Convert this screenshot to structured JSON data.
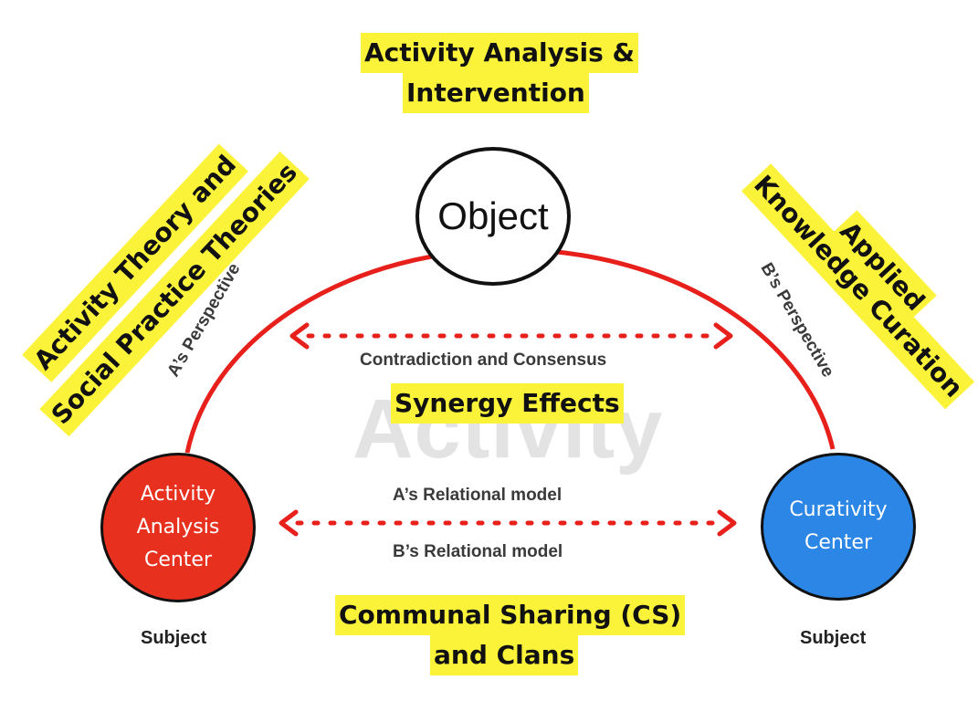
{
  "headings": {
    "top": [
      "Activity Analysis &",
      "Intervention"
    ],
    "left": [
      "Activity Theory and",
      "Social Practice Theories"
    ],
    "right": [
      "Applied",
      "Knowledge Curation"
    ],
    "middle": "Synergy Effects",
    "bottom": [
      "Communal Sharing (CS)",
      "and Clans"
    ]
  },
  "nodes": {
    "object": "Object",
    "left": [
      "Activity",
      "Analysis",
      "Center"
    ],
    "right": [
      "Curativity",
      "Center"
    ]
  },
  "labels": {
    "a_perspective": "A’s Perspective",
    "b_perspective": "B’s Perspective",
    "contradiction": "Contradiction and Consensus",
    "a_relational": "A’s Relational model",
    "b_relational": "B’s Relational model",
    "watermark": "Activity",
    "subject_left": "Subject",
    "subject_right": "Subject"
  },
  "colors": {
    "arc": "#e8201c",
    "highlight": "#fbf33a",
    "left_node": "#e8301f",
    "right_node": "#2b86e6"
  }
}
